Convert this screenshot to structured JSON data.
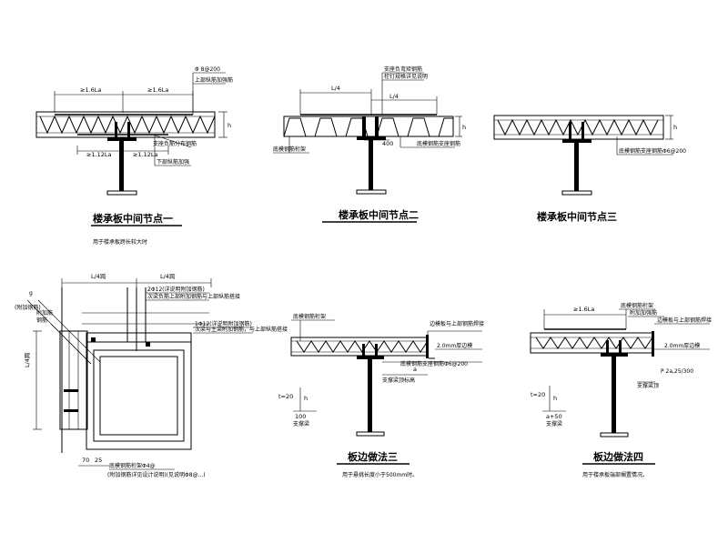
{
  "details": {
    "d1": {
      "title": "楼承板中间节点一",
      "note": "用于楼承板跨长较大时",
      "dim_top_left": "≥1.6La",
      "dim_top_right": "≥1.6La",
      "dim_bot_left": "≥1.12La",
      "dim_bot_right": "≥1.12La",
      "label_top1": "Φ 8@200",
      "label_top2": "上部纵筋加强筋",
      "label_mid": "支座负筋分布钢筋",
      "label_bot": "下部纵筋加强",
      "h": "h"
    },
    "d2": {
      "title": "楼承板中间节点二",
      "dim_l4": "L/4",
      "dim_l4b": "L/4",
      "label_top1": "支座负弯矩钢筋",
      "label_top2": "栓钉规格详见说明",
      "label_left": "底模钢筋桁架",
      "label_right": "底模钢筋支座钢筋",
      "dim_400": "400",
      "h": "h"
    },
    "d3": {
      "title": "楼承板中间节点三",
      "label_right": "底模钢筋支座钢筋Φ6@200",
      "h": "h"
    },
    "d4": {
      "dim_top1": "L/4跨",
      "dim_top2": "L/4跨",
      "label_a": "2Φ12(详说明附加钢筋)",
      "label_b": "次梁负筋上部附加钢筋与上部纵筋搭接",
      "label_c": "1Φ12(详说明附加钢筋)",
      "label_d": "次梁与主梁附加钢筋，与上部纵筋搭接",
      "label_left1": "附加筋",
      "label_left2": "(附加钢筋)",
      "label_left3": "钢筋",
      "dim_left": "L/4跨",
      "dim_bot_a": "70",
      "dim_bot_b": "25",
      "note1": "底模钢筋桁架Φ4@",
      "note2": "(附加钢筋详见设计说明)(见说明Φ8@...)",
      "mark_g": "g"
    },
    "d5": {
      "title": "板边做法三",
      "note": "用于悬挑长度小于500mm时。",
      "label_top": "底模钢筋桁架",
      "label_right1": "边模板与上部钢筋焊接",
      "label_right2": "2.0mm厚边模",
      "label_right3": "底模钢筋支座钢筋Φ6@200",
      "label_right4": "支撑梁顶标高",
      "dim_t": "t=20",
      "dim_h": "h",
      "dim_100": "100",
      "dim_100b": "支撑梁",
      "dim_a": "a"
    },
    "d6": {
      "title": "板边做法四",
      "note": "用于楼承板端部搁置情况。",
      "dim_top": "≥1.6La",
      "label_top1": "底模钢筋桁架",
      "label_top2": "附加加强筋",
      "label_right1": "边模板与上部钢筋焊接",
      "label_right2": "2.0mm厚边模",
      "label_right3": "P 2a,25/300",
      "label_right4": "支撑梁顶",
      "dim_t": "t=20",
      "dim_h": "h",
      "dim_50": "a+50",
      "dim_50b": "支撑梁"
    }
  }
}
